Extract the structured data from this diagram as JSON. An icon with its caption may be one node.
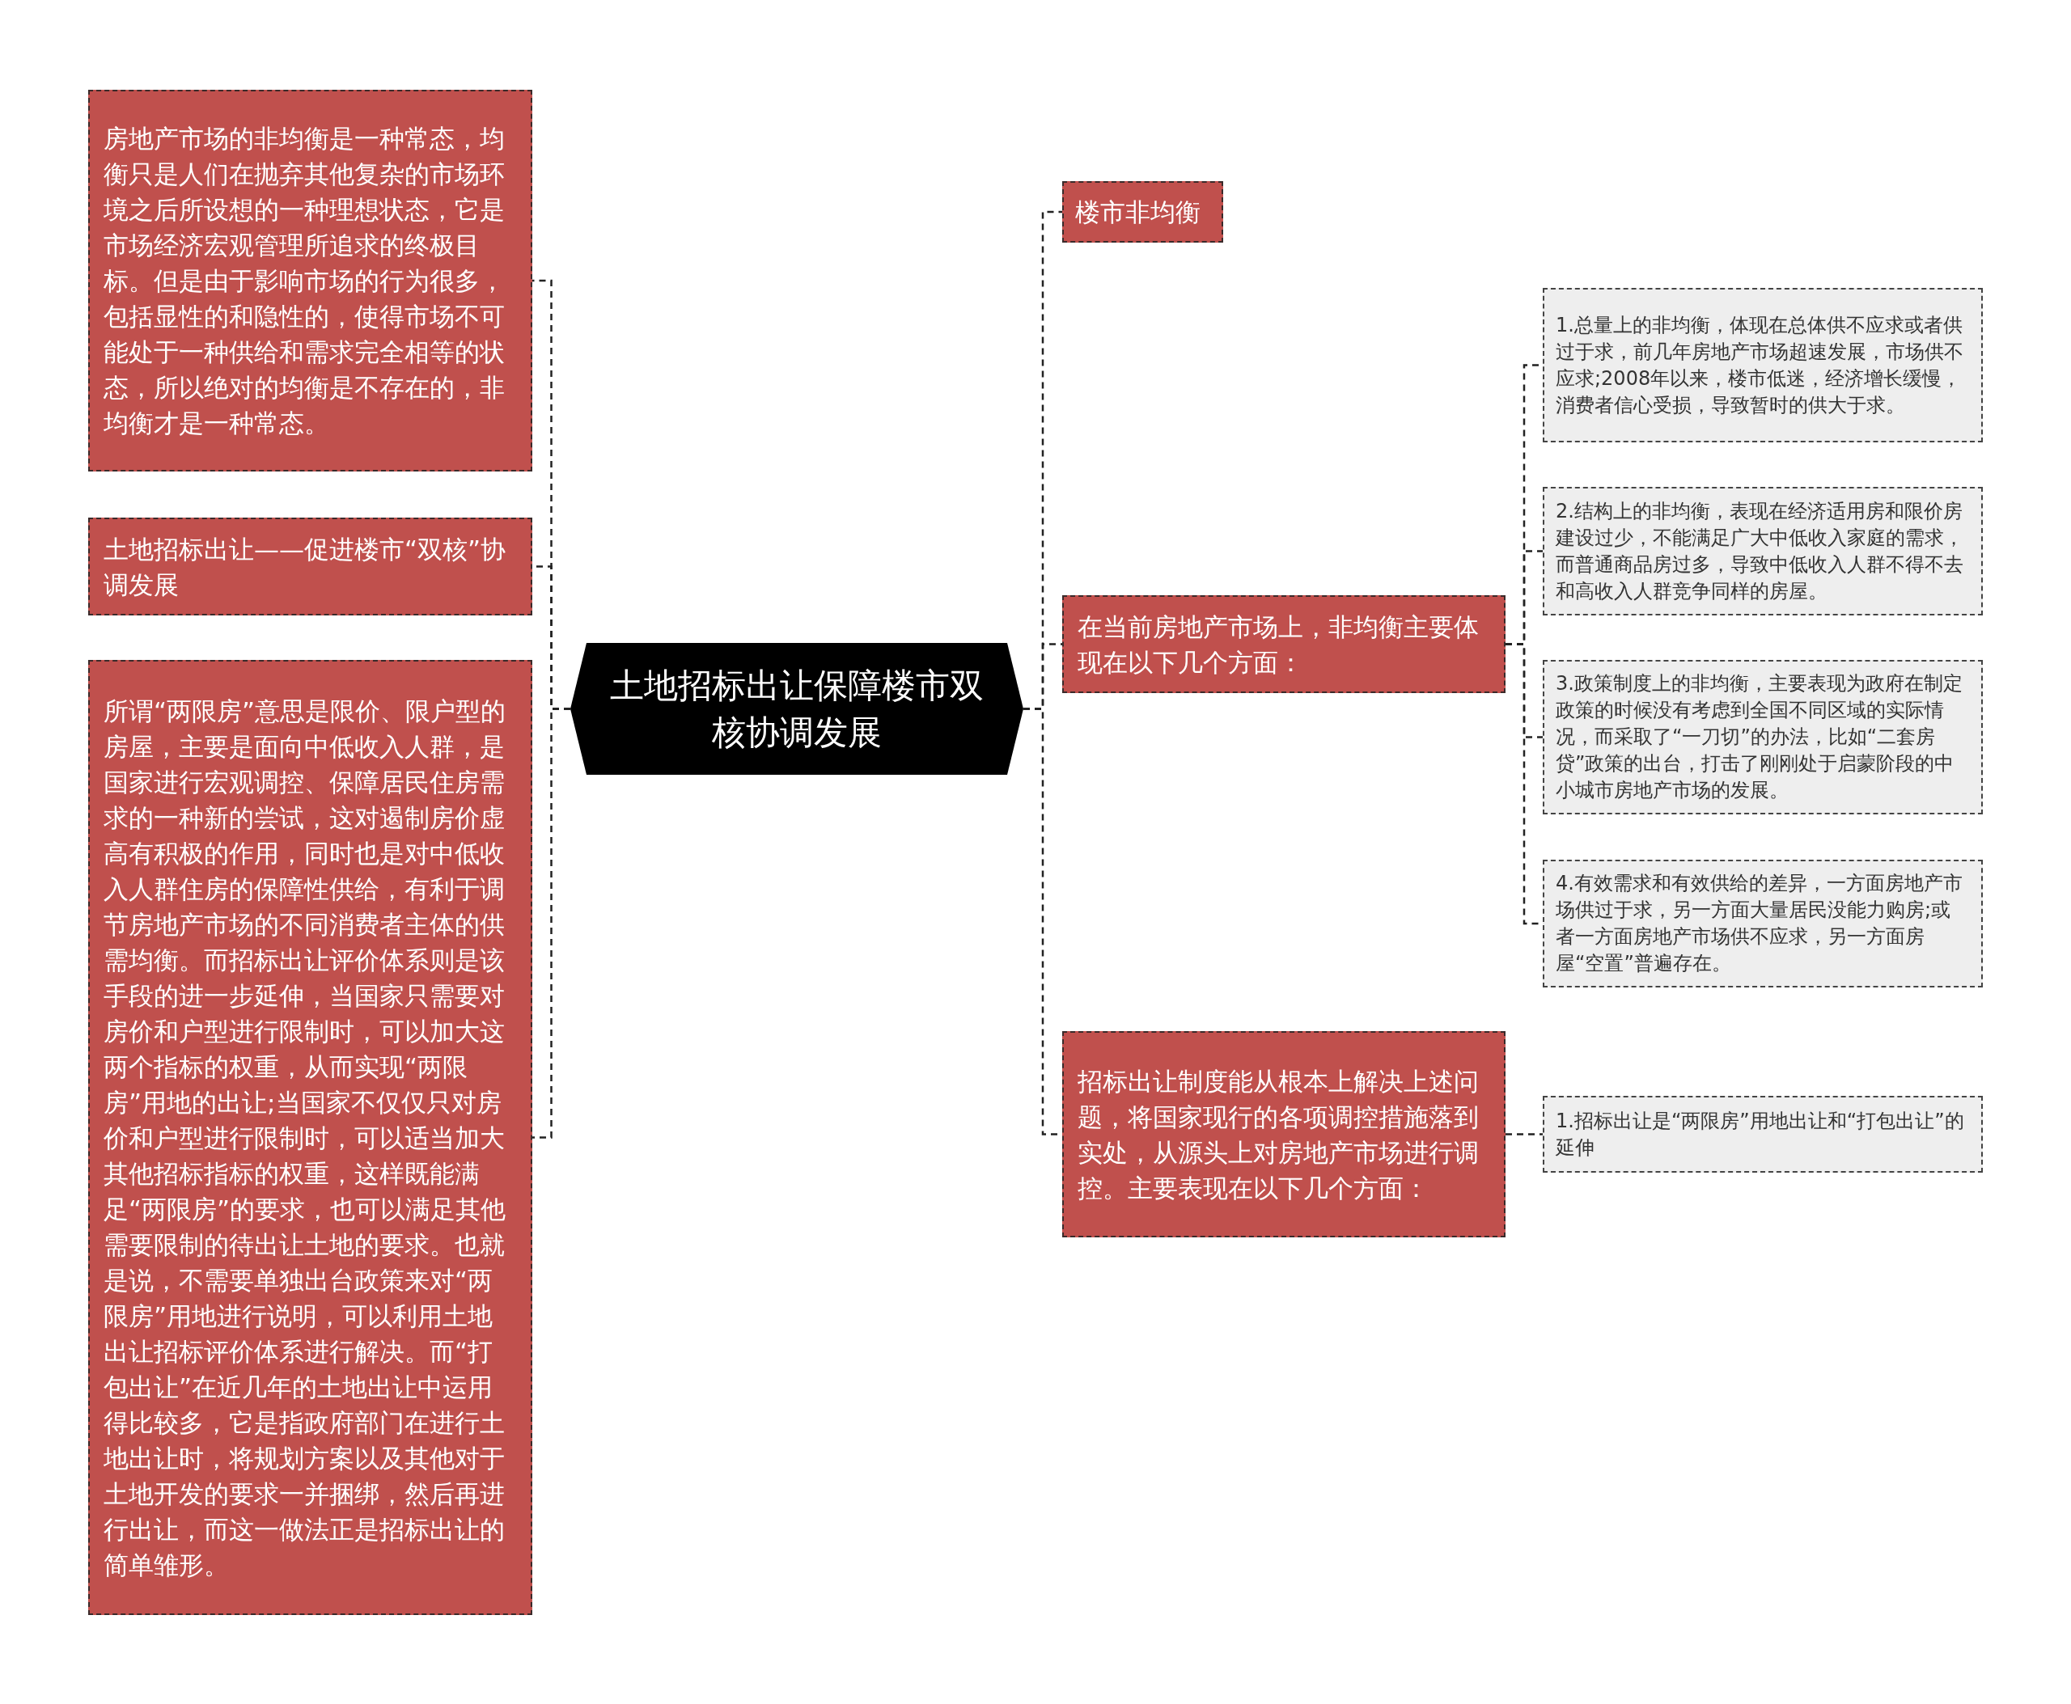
{
  "diagram": {
    "nodes": [
      {
        "text": [
          "土地招标出让保障楼市双核协调发展"
        ]
      },
      {
        "text": [
          "房地产市场的非均衡是一种常态，均衡只是人们在抛弃其他复杂的市场环境之后所设想的一种理想状态，它是市场经济宏观管理所追求的终极目标。但是由于影响市场的行为很多，包括显性的和隐性的，使得市场不可能处于一种供给和需求完全相等的状态，所以绝对的均衡是不存在的，非均衡才是一种常态。"
        ]
      },
      {
        "text": [
          "土地招标出让——促进楼市“双核”协调发展"
        ]
      },
      {
        "text": [
          "所谓“两限房”意思是限价、限户型的房屋，主要是面向中低收入人群，是国家进行宏观调控、保障居民住房需求的一种新的尝试，这对遏制房价虚高有积极的作用，同时也是对中低收入人群住房的保障性供给，有利于调节房地产市场的不同消费者主体的供需均衡。而招标出让评价体系则是该手段的进一步延伸，当国家只需要对房价和户型进行限制时，可以加大这两个指标的权重，从而实现“两限房”用地的出让;当国家不仅仅只对房价和户型进行限制时，可以适当加大其他招标指标的权重，这样既能满足“两限房”的要求，也可以满足其他需要限制的待出让土地的要求。也就是说，不需要单独出台政策来对“两限房”用地进行说明，可以利用土地出让招标评价体系进行解决。而“打包出让”在近几年的土地出让中运用得比较多，它是指政府部门在进行土地出让时，将规划方案以及其他对于土地开发的要求一并捆绑，然后再进行出让，而这一做法正是招标出让的简单雏形。"
        ]
      },
      {
        "text": [
          "楼市非均衡"
        ]
      },
      {
        "text": [
          "在当前房地产市场上，非均衡主要体现在以下几个方面："
        ]
      },
      {
        "text": [
          "1.总量上的非均衡，体现在总体供不应求或者供过于求，前几年房地产市场超速发展，市场供不应求;2008年以来，楼市低迷，经济增长缓慢，消费者信心受损，导致暂时的供大于求。"
        ]
      },
      {
        "text": [
          "2.结构上的非均衡，表现在经济适用房和限价房建设过少，不能满足广大中低收入家庭的需求，而普通商品房过多，导致中低收入人群不得不去和高收入人群竞争同样的房屋。"
        ]
      },
      {
        "text": [
          "3.政策制度上的非均衡，主要表现为政府在制定政策的时候没有考虑到全国不同区域的实际情况，而采取了“一刀切”的办法，比如“二套房贷”政策的出台，打击了刚刚处于启蒙阶段的中小城市房地产市场的发展。"
        ]
      },
      {
        "text": [
          "4.有效需求和有效供给的差异，一方面房地产市场供过于求，另一方面大量居民没能力购房;或者一方面房地产市场供不应求，另一方面房屋“空置”普遍存在。"
        ]
      },
      {
        "text": [
          "招标出让制度能从根本上解决上述问题，将国家现行的各项调控措施落到实处，从源头上对房地产市场进行调控。主要表现在以下几个方面："
        ]
      },
      {
        "text": [
          "1.招标出让是“两限房”用地出让和“打包出让”的延伸"
        ]
      }
    ],
    "edges": [
      {
        "from": 0,
        "to": 1,
        "arrow": "none",
        "style": "dashed"
      },
      {
        "from": 0,
        "to": 2,
        "arrow": "none",
        "style": "dashed"
      },
      {
        "from": 0,
        "to": 3,
        "arrow": "none",
        "style": "dashed"
      },
      {
        "from": 0,
        "to": 4,
        "arrow": "none",
        "style": "dashed"
      },
      {
        "from": 0,
        "to": 5,
        "arrow": "none",
        "style": "dashed"
      },
      {
        "from": 0,
        "to": 10,
        "arrow": "none",
        "style": "dashed"
      },
      {
        "from": 5,
        "to": 6,
        "arrow": "none",
        "style": "dashed"
      },
      {
        "from": 5,
        "to": 7,
        "arrow": "none",
        "style": "dashed"
      },
      {
        "from": 5,
        "to": 8,
        "arrow": "none",
        "style": "dashed"
      },
      {
        "from": 5,
        "to": 9,
        "arrow": "none",
        "style": "dashed"
      },
      {
        "from": 10,
        "to": 11,
        "arrow": "none",
        "style": "dashed"
      }
    ]
  }
}
